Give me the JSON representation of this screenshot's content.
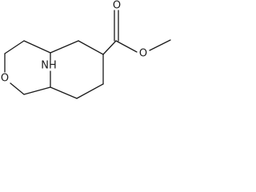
{
  "molecule": {
    "atoms": {
      "nitrogen": "NH",
      "ring_oxygen": "O",
      "carbonyl_oxygen": "O",
      "ester_oxygen": "O"
    }
  },
  "colors": {
    "bond": "#1a1a1a",
    "background": "#ffffff"
  }
}
